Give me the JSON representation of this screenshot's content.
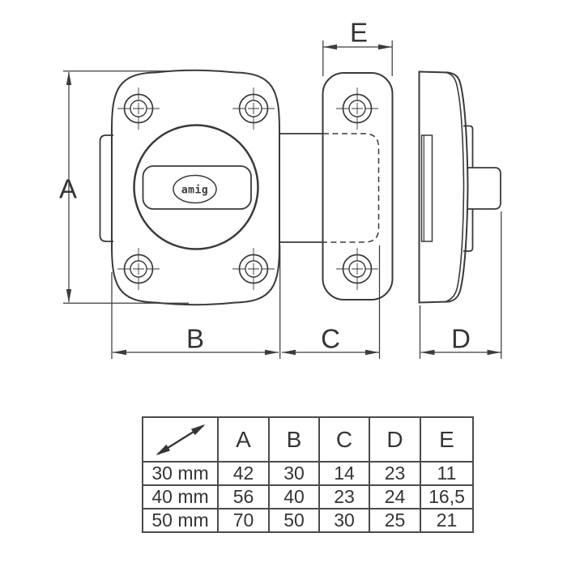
{
  "drawing": {
    "logo_text": "amig",
    "dimension_labels": {
      "A": "A",
      "B": "B",
      "C": "C",
      "D": "D",
      "E": "E"
    },
    "stroke_color": "#3a3a3a",
    "text_color": "#353535"
  },
  "table": {
    "corner_icon": "diagonal-double-arrow",
    "size_column_header": "",
    "col_headers": [
      "A",
      "B",
      "C",
      "D",
      "E"
    ],
    "rows": [
      {
        "size": "30 mm",
        "A": "42",
        "B": "30",
        "C": "14",
        "D": "23",
        "E": "11"
      },
      {
        "size": "40 mm",
        "A": "56",
        "B": "40",
        "C": "23",
        "D": "24",
        "E": "16,5"
      },
      {
        "size": "50 mm",
        "A": "70",
        "B": "50",
        "C": "30",
        "D": "25",
        "E": "21"
      }
    ],
    "border_color": "#4b4b4b"
  }
}
